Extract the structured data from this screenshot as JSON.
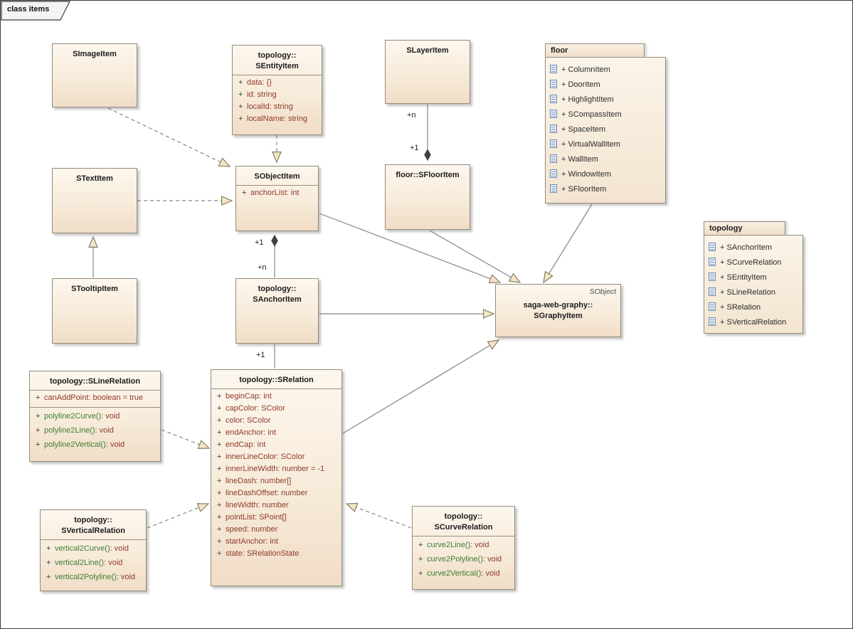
{
  "frame": {
    "title": "class items"
  },
  "colors": {
    "box_fill": "#f6e9d8",
    "box_border": "#938b7d",
    "attribute_text": "#8f3a2a",
    "method_text": "#3f7d35",
    "connector": "#858585",
    "arrowhead_fill": "#f4e4c8",
    "diamond_fill": "#404040"
  },
  "labels": [
    "+n",
    "+1",
    "+1",
    "+n",
    "+1"
  ],
  "classes": [
    {
      "name": "SImageItem",
      "title": [
        "SImageItem"
      ],
      "attrs": [],
      "methods": []
    },
    {
      "name": "topology::SEntityItem",
      "title": [
        "topology::",
        "SEntityItem"
      ],
      "attrs": [
        "+ data: {}",
        "+ id: string",
        "+ localId: string",
        "+ localName: string"
      ],
      "methods": []
    },
    {
      "name": "SLayerItem",
      "title": [
        "SLayerItem"
      ],
      "attrs": [],
      "methods": []
    },
    {
      "name": "STextItem",
      "title": [
        "STextItem"
      ],
      "attrs": [],
      "methods": []
    },
    {
      "name": "SObjectItem",
      "title": [
        "SObjectItem"
      ],
      "attrs": [
        "+ anchorList: int"
      ],
      "methods": []
    },
    {
      "name": "floor::SFloorItem",
      "title": [
        "floor::SFloorItem"
      ],
      "attrs": [],
      "methods": []
    },
    {
      "name": "STooltipItem",
      "title": [
        "STooltipItem"
      ],
      "attrs": [],
      "methods": []
    },
    {
      "name": "topology::SAnchorItem",
      "title": [
        "topology::",
        "SAnchorItem"
      ],
      "attrs": [],
      "methods": []
    },
    {
      "name": "saga-web-graphy::SGraphyItem",
      "title": [
        "saga-web-graphy::",
        "SGraphyItem"
      ],
      "corner": "SObject",
      "attrs": [],
      "methods": []
    },
    {
      "name": "topology::SLineRelation",
      "title": [
        "topology::SLineRelation"
      ],
      "attrs": [
        "+ canAddPoint: boolean = true"
      ],
      "methods": [
        "+ polyline2Curve(): void",
        "+ polyline2Line(): void",
        "+ polyline2Vertical(): void"
      ]
    },
    {
      "name": "topology::SRelation",
      "title": [
        "topology::SRelation"
      ],
      "attrs": [
        "+ beginCap: int",
        "+ capColor: SColor",
        "+ color: SColor",
        "+ endAnchor: int",
        "+ endCap: int",
        "+ innerLineColor: SColor",
        "+ innerLineWidth: number = -1",
        "+ lineDash: number[]",
        "+ lineDashOffset: number",
        "+ lineWidth: number",
        "+ pointList: SPoint[]",
        "+ speed: number",
        "+ startAnchor: int",
        "+ state: SRelationState"
      ],
      "methods": []
    },
    {
      "name": "topology::SVerticalRelation",
      "title": [
        "topology::",
        "SVerticalRelation"
      ],
      "attrs": [],
      "methods": [
        "+ vertical2Curve(): void",
        "+ vertical2Line(): void",
        "+ vertical2Polyline(): void"
      ]
    },
    {
      "name": "topology::SCurveRelation",
      "title": [
        "topology::",
        "SCurveRelation"
      ],
      "attrs": [],
      "methods": [
        "+ curve2Line(): void",
        "+ curve2Polyline(): void",
        "+ curve2Vertical(): void"
      ]
    }
  ],
  "packages": [
    {
      "name": "floor",
      "items": [
        "+ ColumnItem",
        "+ DoorItem",
        "+ HighlightItem",
        "+ SCompassItem",
        "+ SpaceItem",
        "+ VirtualWallItem",
        "+ WallItem",
        "+ WindowItem",
        "+ SFloorItem"
      ]
    },
    {
      "name": "topology",
      "items": [
        "+ SAnchorItem",
        "+ SCurveRelation",
        "+ SEntityItem",
        "+ SLineRelation",
        "+ SRelation",
        "+ SVerticalRelation"
      ]
    }
  ]
}
